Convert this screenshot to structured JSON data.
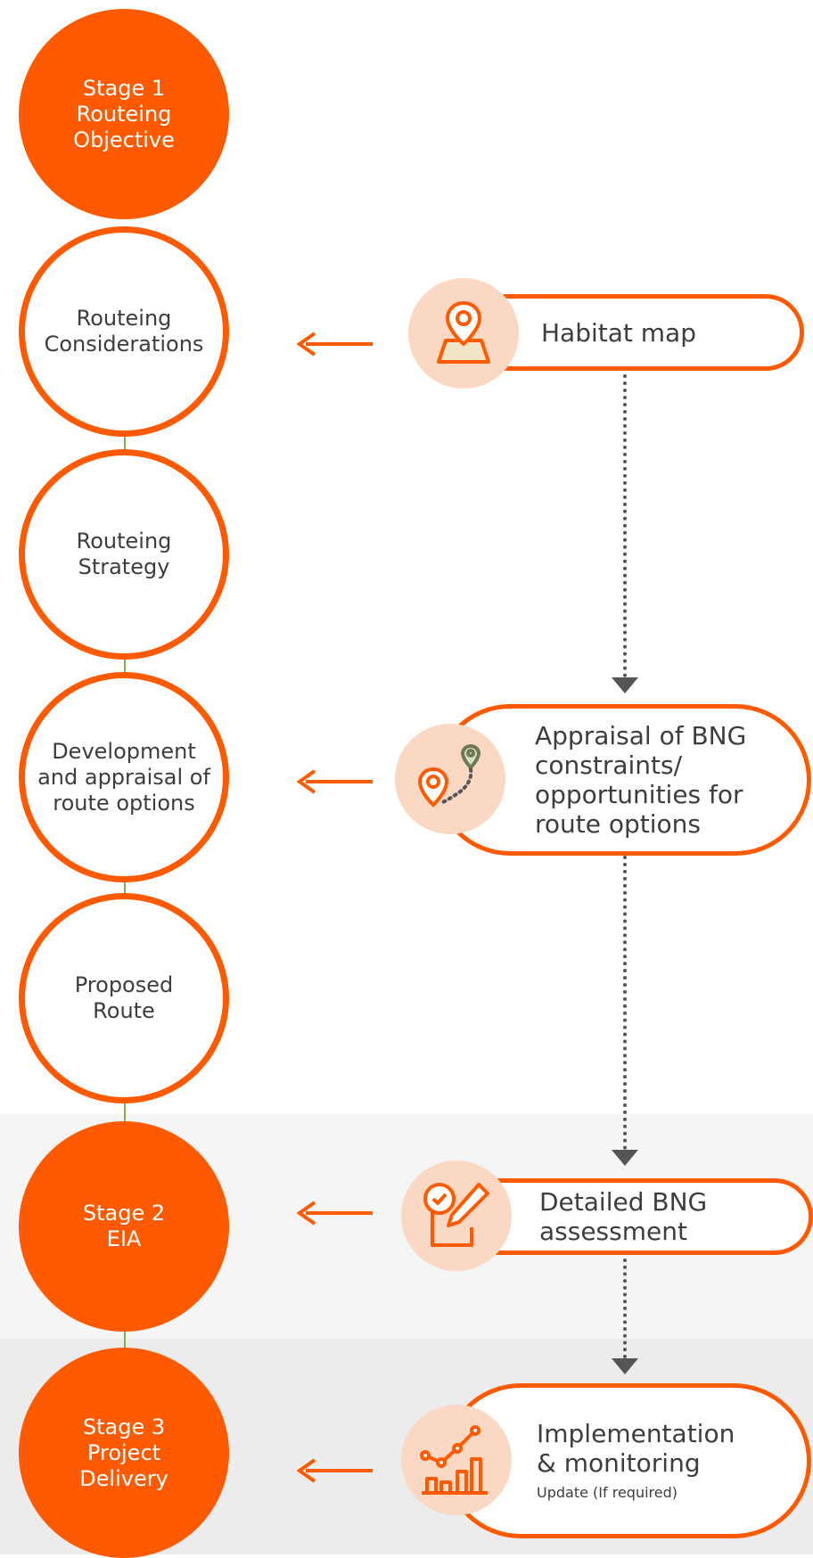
{
  "stages": {
    "stage1": "Stage 1\nRouteing\nObjective",
    "considerations": "Routeing\nConsiderations",
    "strategy": "Routeing\nStrategy",
    "development": "Development\nand appraisal of\nroute options",
    "proposed": "Proposed\nRoute",
    "stage2": "Stage 2\nEIA",
    "stage3": "Stage 3\nProject\nDelivery"
  },
  "outputs": {
    "habitat_map": "Habitat map",
    "appraisal": "Appraisal of BNG\nconstraints/\nopportunities for\nroute options",
    "detailed": "Detailed BNG\nassessment",
    "implementation": "Implementation\n& monitoring",
    "implementation_note": "Update (If required)"
  },
  "icons": [
    "map-pin-icon",
    "route-pins-icon",
    "checklist-edit-icon",
    "growth-chart-icon"
  ],
  "colors": {
    "accent": "#ff5a00",
    "icon_bg": "#fbd8c4",
    "connector": "#7cb342",
    "text": "#3d3d3d"
  }
}
